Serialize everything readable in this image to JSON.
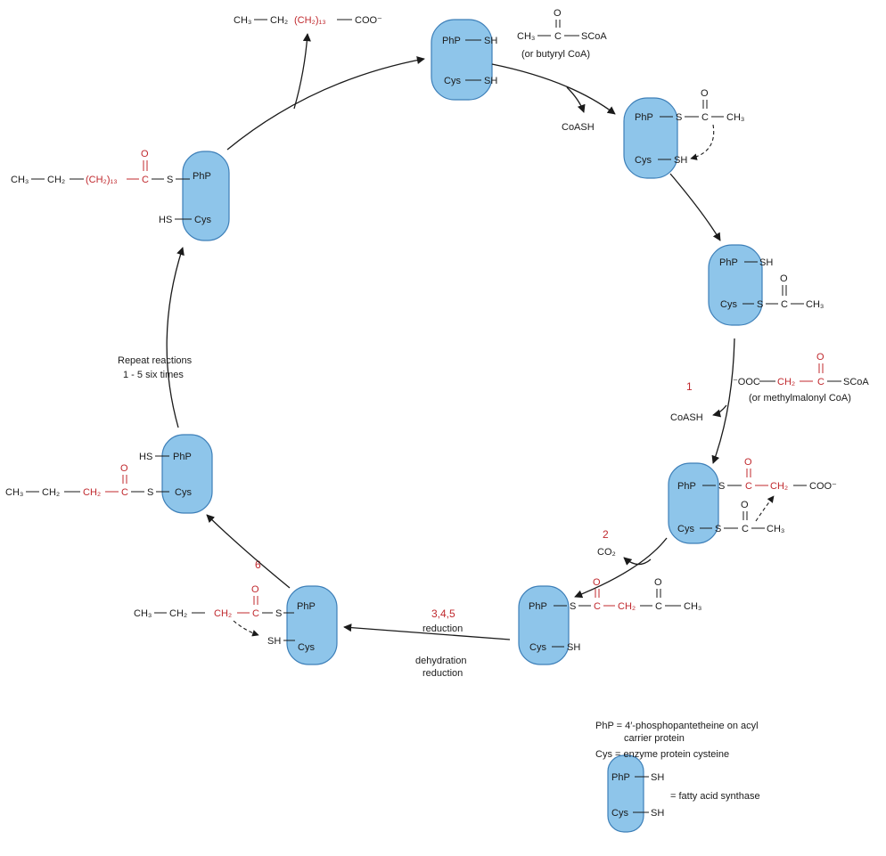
{
  "enzyme": {
    "php": "PhP",
    "cys": "Cys",
    "sh": "SH",
    "hs": "HS",
    "s": "S",
    "o": "O",
    "c": "C"
  },
  "start": {
    "acetyl_ch3": "CH₃",
    "acetyl_scoa": "SCoA",
    "alt": "(or butyryl CoA)",
    "coash": "CoASH"
  },
  "loaded": {
    "ch3": "CH₃"
  },
  "malonyl": {
    "ooc": "⁻OOC",
    "ch2": "CH₂",
    "scoa": "SCoA",
    "alt": "(or methylmalonyl CoA)",
    "coash": "CoASH"
  },
  "condensing": {
    "ch2": "CH₂",
    "coo": "COO⁻",
    "ch3": "CH₃"
  },
  "co2": "CO₂",
  "ketoacyl": {
    "ch2": "CH₂",
    "ch3": "CH₃"
  },
  "reduction_labels": {
    "steps": "3,4,5",
    "line1": "reduction",
    "line2": "dehydration",
    "line3": "reduction"
  },
  "butyryl": {
    "ch3": "CH₃",
    "ch2a": "CH₂",
    "ch2b": "CH₂"
  },
  "repeat": {
    "line1": "Repeat reactions",
    "line2": "1 - 5 six times"
  },
  "palmitoyl": {
    "ch3": "CH₃",
    "ch2": "CH₂",
    "chain": "(CH₂)₁₃"
  },
  "palmitate": {
    "ch3": "CH₃",
    "ch2": "CH₂",
    "chain": "(CH₂)₁₃",
    "coo": "COO⁻"
  },
  "steps": [
    "1",
    "2",
    "6"
  ],
  "legend": {
    "php_def1": "PhP = 4′-phosphopantetheine on acyl",
    "php_def2": "carrier protein",
    "cys_def": "Cys = enzyme protein cysteine",
    "fas": "= fatty acid synthase"
  }
}
